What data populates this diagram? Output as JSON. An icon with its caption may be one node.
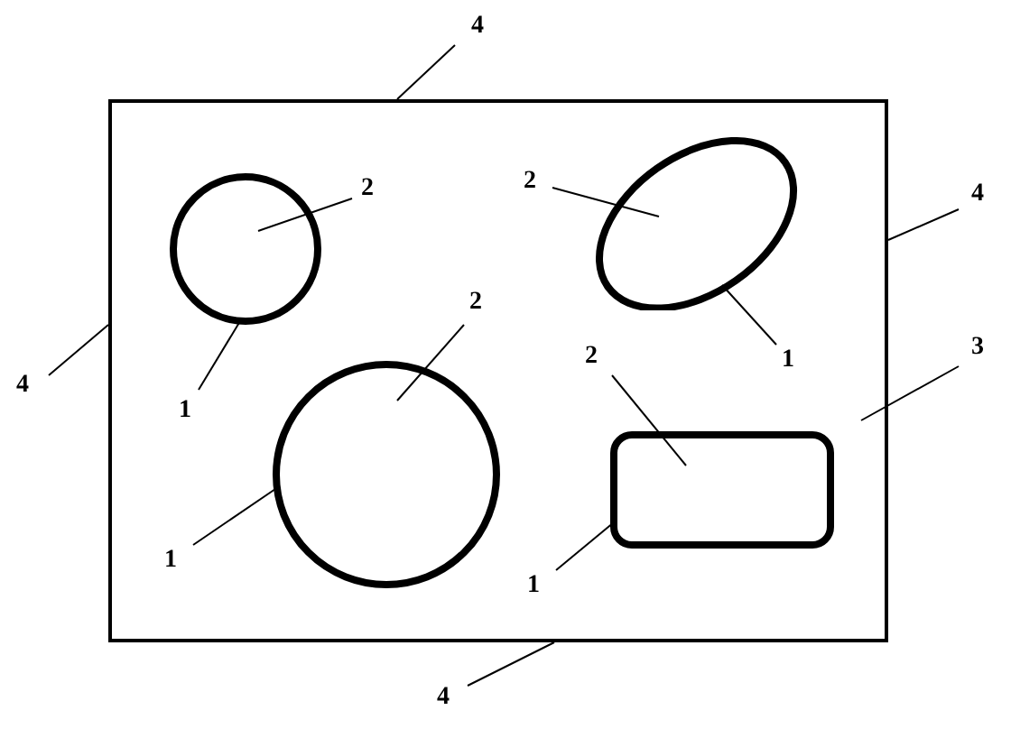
{
  "diagram": {
    "nodes": [
      {
        "text": [],
        "shape": "box"
      },
      {
        "text": [],
        "shape": "circle",
        "in": 0
      },
      {
        "text": [],
        "shape": "ellipse",
        "in": 0
      },
      {
        "text": [],
        "shape": "circle",
        "in": 0
      },
      {
        "text": [],
        "shape": "box",
        "in": 0
      },
      {
        "text": [
          "4"
        ]
      },
      {
        "text": [
          "2"
        ],
        "in": 0
      },
      {
        "text": [
          "2"
        ],
        "in": 0
      },
      {
        "text": [
          "4"
        ]
      },
      {
        "text": [
          "4"
        ]
      },
      {
        "text": [
          "1"
        ],
        "in": 0
      },
      {
        "text": [
          "1"
        ],
        "in": 0
      },
      {
        "text": [
          "2"
        ],
        "in": 0
      },
      {
        "text": [
          "3"
        ]
      },
      {
        "text": [
          "2"
        ],
        "in": 0
      },
      {
        "text": [
          "1"
        ],
        "in": 0
      },
      {
        "text": [
          "1"
        ],
        "in": 0
      },
      {
        "text": [
          "4"
        ]
      }
    ],
    "edges": [
      {
        "from": 5,
        "to": 0,
        "arrow": "none"
      },
      {
        "from": 6,
        "to": 2,
        "arrow": "none"
      },
      {
        "from": 7,
        "to": 1,
        "arrow": "none"
      },
      {
        "from": 8,
        "to": 0,
        "arrow": "none"
      },
      {
        "from": 9,
        "to": 0,
        "arrow": "none"
      },
      {
        "from": 10,
        "to": 2,
        "arrow": "none"
      },
      {
        "from": 11,
        "to": 1,
        "arrow": "none"
      },
      {
        "from": 12,
        "to": 3,
        "arrow": "none"
      },
      {
        "from": 13,
        "to": 0,
        "arrow": "none"
      },
      {
        "from": 14,
        "to": 4,
        "arrow": "none"
      },
      {
        "from": 15,
        "to": 3,
        "arrow": "none"
      },
      {
        "from": 16,
        "to": 4,
        "arrow": "none"
      },
      {
        "from": 17,
        "to": 0,
        "arrow": "none"
      }
    ]
  }
}
